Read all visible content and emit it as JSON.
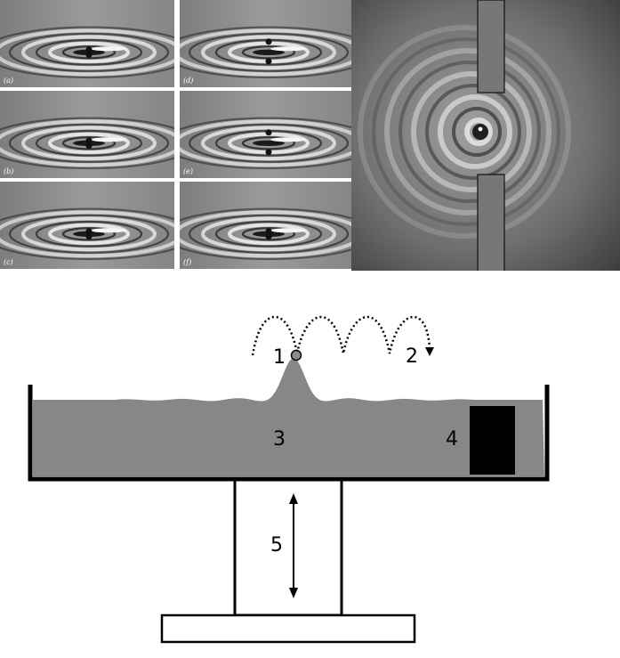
{
  "photo_panels": [
    {
      "label": "(a)",
      "droplets": "single"
    },
    {
      "label": "(b)",
      "droplets": "single"
    },
    {
      "label": "(c)",
      "droplets": "single"
    },
    {
      "label": "(d)",
      "droplets": "pair"
    },
    {
      "label": "(e)",
      "droplets": "pair"
    },
    {
      "label": "(f)",
      "droplets": "single"
    }
  ],
  "slit_photo": {
    "description_visible": false
  },
  "schematic": {
    "labels": {
      "droplet": "1",
      "trajectory": "2",
      "fluid_bath": "3",
      "submerged_obstacle": "4",
      "vertical_vibration": "5"
    }
  },
  "colors": {
    "fluid": "#878787",
    "obstacle": "#000000",
    "outline": "#000000",
    "photo_bg": "#8a8a8a",
    "ring_light": "#f2f2f2",
    "ring_dark": "#2a2a2a"
  }
}
